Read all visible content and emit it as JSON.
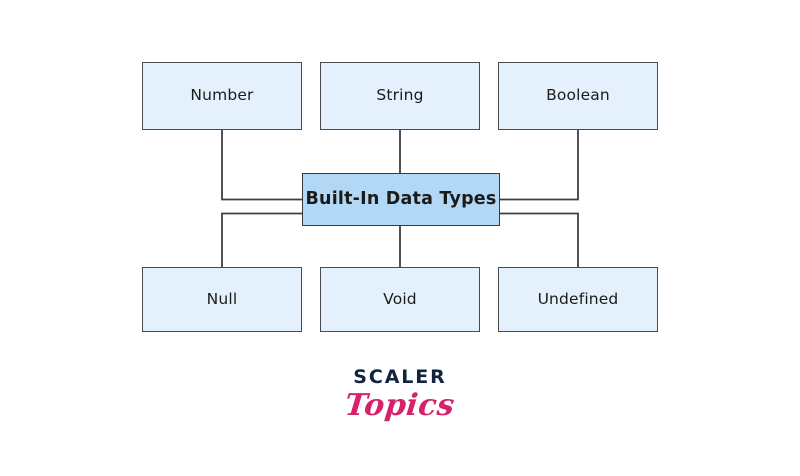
{
  "diagram": {
    "title": "Built-In Data Types",
    "center_node": {
      "label": "Built-In Data Types",
      "fill_color": "#b2d8f5",
      "border_color": "#3b3b3b"
    },
    "node_fill_color": "#e4f1fd",
    "node_border_color": "#4a4a4a",
    "connector_color": "#3f3f3f",
    "background_color": "#ffffff",
    "top_row": [
      {
        "label": "Number"
      },
      {
        "label": "String"
      },
      {
        "label": "Boolean"
      }
    ],
    "bottom_row": [
      {
        "label": "Null"
      },
      {
        "label": "Void"
      },
      {
        "label": "Undefined"
      }
    ]
  },
  "logo": {
    "primary": "SCALER",
    "secondary": "Topics",
    "primary_color": "#10233f",
    "secondary_color": "#d6216b"
  }
}
